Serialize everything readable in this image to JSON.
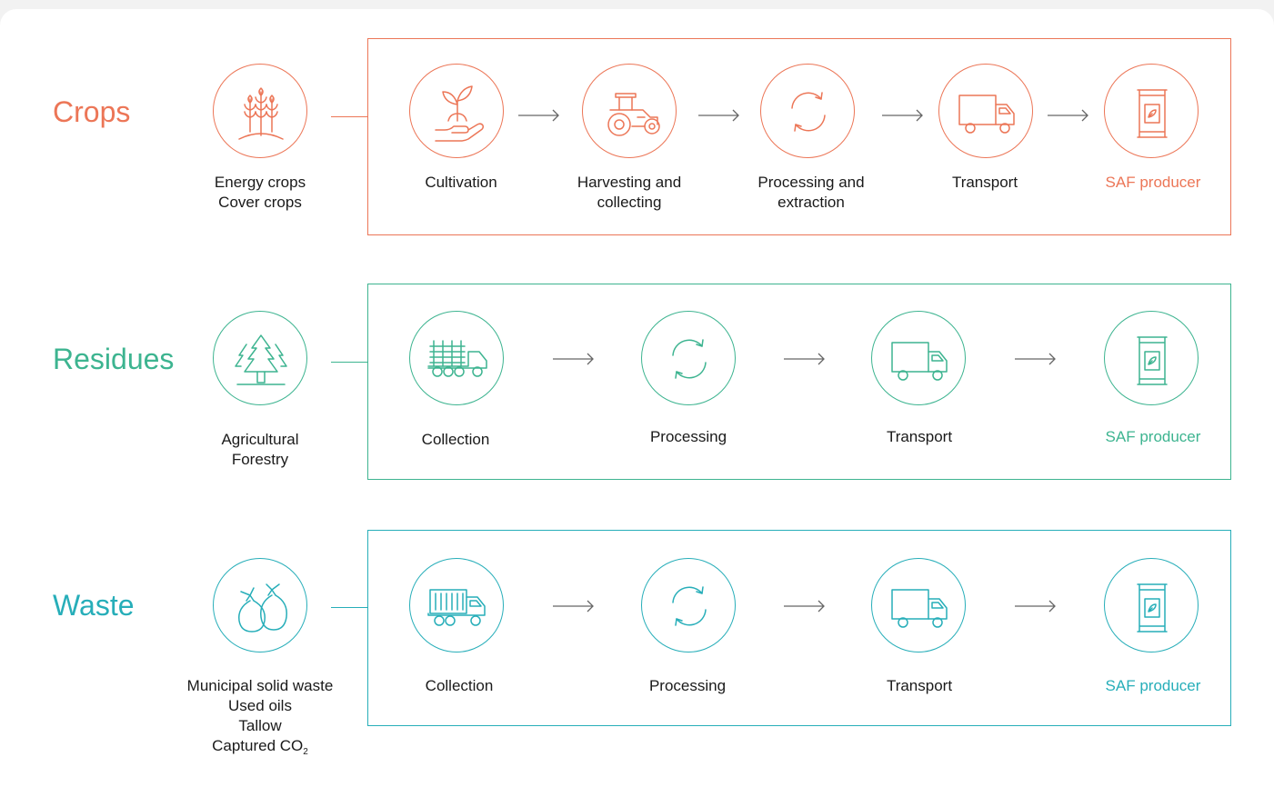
{
  "colors": {
    "crops": "#ec7657",
    "residues": "#3db490",
    "waste": "#27aeb9",
    "arrow": "#666666"
  },
  "rows": {
    "crops": {
      "title": "Crops",
      "source_icon": "wheat-icon",
      "sources": [
        "Energy crops",
        "Cover crops"
      ],
      "steps": [
        {
          "icon": "seedling-in-hand-icon",
          "label": [
            "Cultivation"
          ]
        },
        {
          "icon": "tractor-icon",
          "label": [
            "Harvesting and",
            "collecting"
          ]
        },
        {
          "icon": "recycle-arrows-icon",
          "label": [
            "Processing and",
            "extraction"
          ]
        },
        {
          "icon": "delivery-truck-icon",
          "label": [
            "Transport"
          ]
        },
        {
          "icon": "fuel-barrel-icon",
          "label": [
            "SAF producer"
          ]
        }
      ]
    },
    "residues": {
      "title": "Residues",
      "source_icon": "forest-trees-icon",
      "sources": [
        "Agricultural",
        "Forestry"
      ],
      "steps": [
        {
          "icon": "log-truck-icon",
          "label": [
            "Collection"
          ]
        },
        {
          "icon": "recycle-arrows-icon",
          "label": [
            "Processing"
          ]
        },
        {
          "icon": "delivery-truck-icon",
          "label": [
            "Transport"
          ]
        },
        {
          "icon": "fuel-barrel-icon",
          "label": [
            "SAF producer"
          ]
        }
      ]
    },
    "waste": {
      "title": "Waste",
      "source_icon": "garbage-bags-icon",
      "sources": [
        "Municipal solid waste",
        "Used oils",
        "Tallow",
        "Captured CO"
      ],
      "co2_subscript": "2",
      "steps": [
        {
          "icon": "garbage-truck-icon",
          "label": [
            "Collection"
          ]
        },
        {
          "icon": "recycle-arrows-icon",
          "label": [
            "Processing"
          ]
        },
        {
          "icon": "delivery-truck-icon",
          "label": [
            "Transport"
          ]
        },
        {
          "icon": "fuel-barrel-icon",
          "label": [
            "SAF producer"
          ]
        }
      ]
    }
  }
}
